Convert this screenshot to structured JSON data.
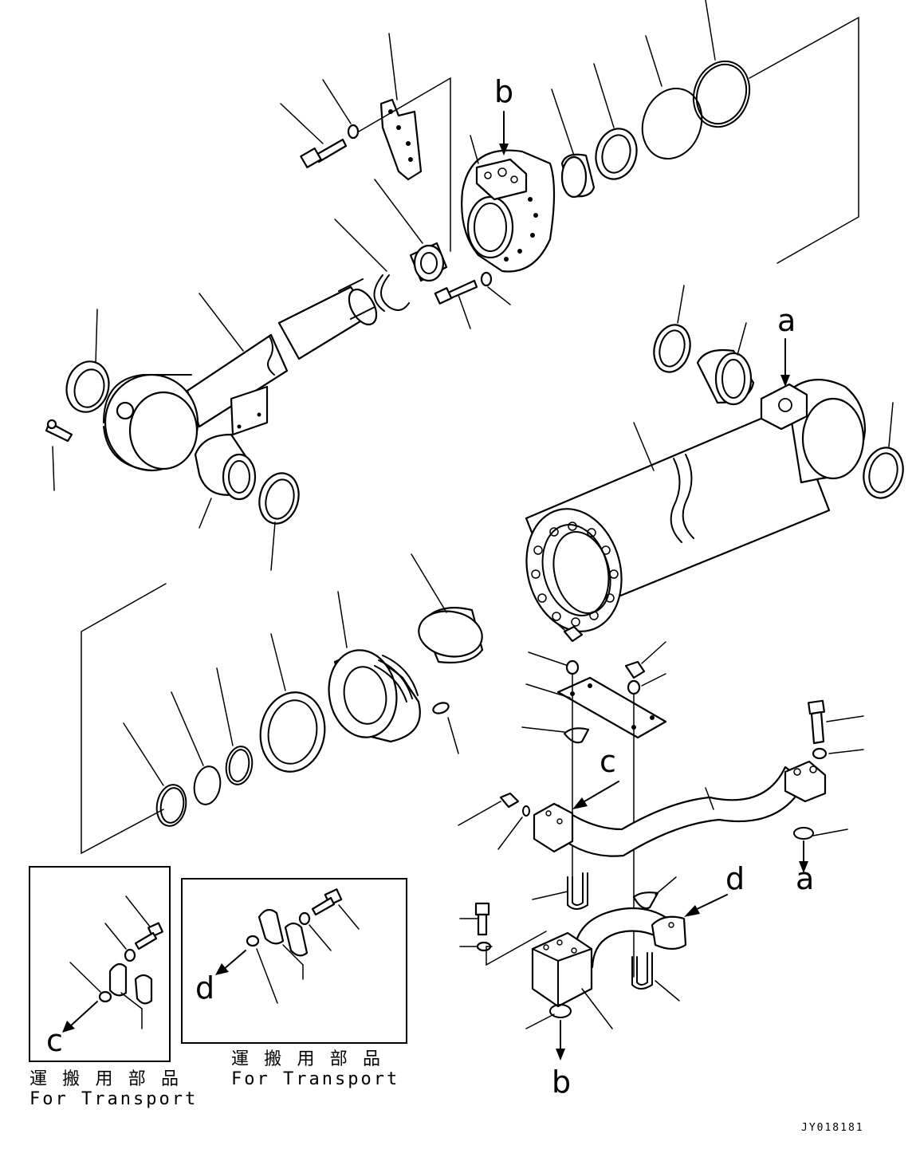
{
  "callouts": {
    "a_top": "a",
    "a_bottom": "a",
    "b_top": "b",
    "b_bottom": "b",
    "c_mid": "c",
    "c_box": "c",
    "d_mid": "d",
    "d_box": "d"
  },
  "inset_left": {
    "caption_jp": "運 搬 用 部 品",
    "caption_en": "For Transport"
  },
  "inset_right": {
    "caption_jp": "運 搬 用 部 品",
    "caption_en": "For Transport"
  },
  "drawing_code": "JY018181"
}
